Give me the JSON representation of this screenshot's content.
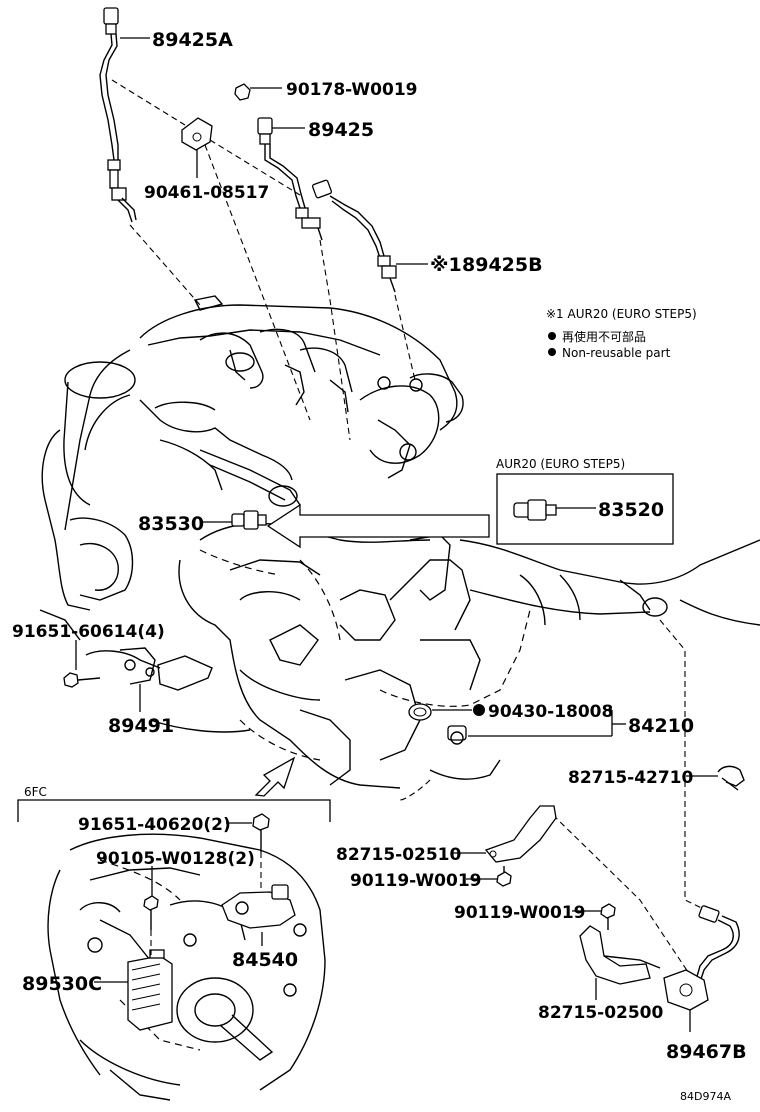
{
  "parts": {
    "p89425A": "89425A",
    "p90178": "90178-W0019",
    "p89425": "89425",
    "p90461": "90461-08517",
    "p89425B": "89425B",
    "p83520": "83520",
    "p83530": "83530",
    "p91651_60614": "91651-60614(4)",
    "p89491": "89491",
    "p90430": "90430-18008",
    "p84210": "84210",
    "p82715_42710": "82715-42710",
    "p91651_40620": "91651-40620(2)",
    "p90105": "90105-W0128(2)",
    "p84540": "84540",
    "p89530C": "89530C",
    "p82715_02510": "82715-02510",
    "p90119_a": "90119-W0019",
    "p90119_b": "90119-W0019",
    "p82715_02500": "82715-02500",
    "p89467B": "89467B"
  },
  "notes": {
    "mark": "※1",
    "aur_note": "※1  AUR20 (EURO STEP5)",
    "jp_note": "再使用不可部品",
    "en_note": "Non-reusable part",
    "box_title": "AUR20 (EURO STEP5)",
    "inset_title": "6FC",
    "diagram_id": "84D974A"
  },
  "icons": {
    "bullet": "filled-circle-icon",
    "arrow": "outline-arrow-icon"
  }
}
